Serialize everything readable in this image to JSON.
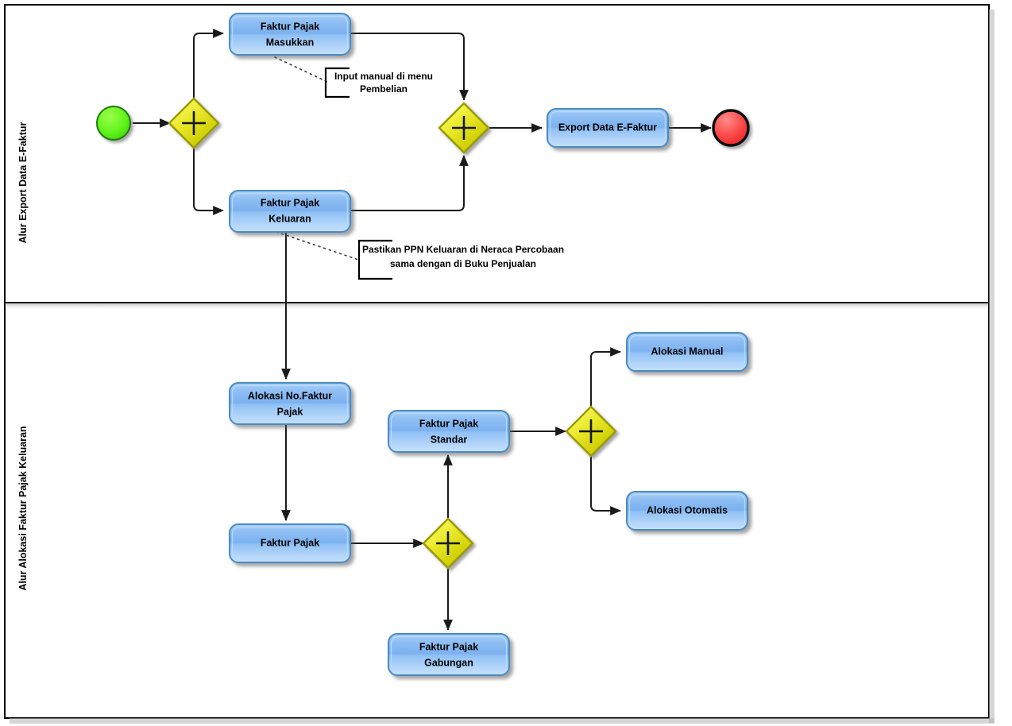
{
  "diagram": {
    "title": "Alur Export Data E-Faktur",
    "type": "bpmn-flowchart",
    "lanes": [
      {
        "id": "lane-export",
        "label": "Alur Export Data E-Faktur"
      },
      {
        "id": "lane-alokasi",
        "label": "Alur Alokasi Faktur Pajak Keluaran"
      }
    ],
    "colors": {
      "task_fill_light": "#cfe4fb",
      "task_fill_mid": "#7fb2ee",
      "task_stroke": "#3c78b4",
      "gateway_fill_light": "#f2f24a",
      "gateway_fill_mid": "#d6d614",
      "gateway_stroke": "#9a9a06",
      "start_fill": "#5cf019",
      "start_stroke": "#1c6b1c",
      "end_fill": "#fb5050",
      "end_stroke": "#101010",
      "flow_stroke": "#1a1a1a",
      "lane_border": "#000000"
    },
    "lane1": {
      "start_event": {
        "name": "start-event",
        "label": ""
      },
      "gateway_split": {
        "name": "parallel-gateway-split",
        "symbol": "+"
      },
      "task_masukkan": {
        "label_line1": "Faktur Pajak",
        "label_line2": "Masukkan"
      },
      "task_keluaran": {
        "label_line1": "Faktur Pajak",
        "label_line2": "Keluaran"
      },
      "note_masukkan": {
        "line1": "Input manual di menu",
        "line2": "Pembelian"
      },
      "note_keluaran": {
        "line1": "Pastikan PPN Keluaran di Neraca Percobaan",
        "line2": "sama dengan di Buku Penjualan"
      },
      "gateway_join": {
        "name": "parallel-gateway-join",
        "symbol": "+"
      },
      "task_export": {
        "label_line1": "Export Data E-Faktur",
        "label_line2": ""
      },
      "end_event": {
        "name": "end-event",
        "label": ""
      }
    },
    "lane2": {
      "task_alokasi_no": {
        "label_line1": "Alokasi No.Faktur",
        "label_line2": "Pajak"
      },
      "task_faktur_pajak": {
        "label_line1": "Faktur Pajak",
        "label_line2": ""
      },
      "gateway_bawah": {
        "name": "parallel-gateway-jenis",
        "symbol": "+"
      },
      "task_standar": {
        "label_line1": "Faktur Pajak",
        "label_line2": "Standar"
      },
      "task_gabungan": {
        "label_line1": "Faktur Pajak",
        "label_line2": "Gabungan"
      },
      "gateway_alokasi": {
        "name": "parallel-gateway-alokasi",
        "symbol": "+"
      },
      "task_manual": {
        "label_line1": "Alokasi Manual",
        "label_line2": ""
      },
      "task_otomatis": {
        "label_line1": "Alokasi  Otomatis",
        "label_line2": ""
      }
    }
  }
}
